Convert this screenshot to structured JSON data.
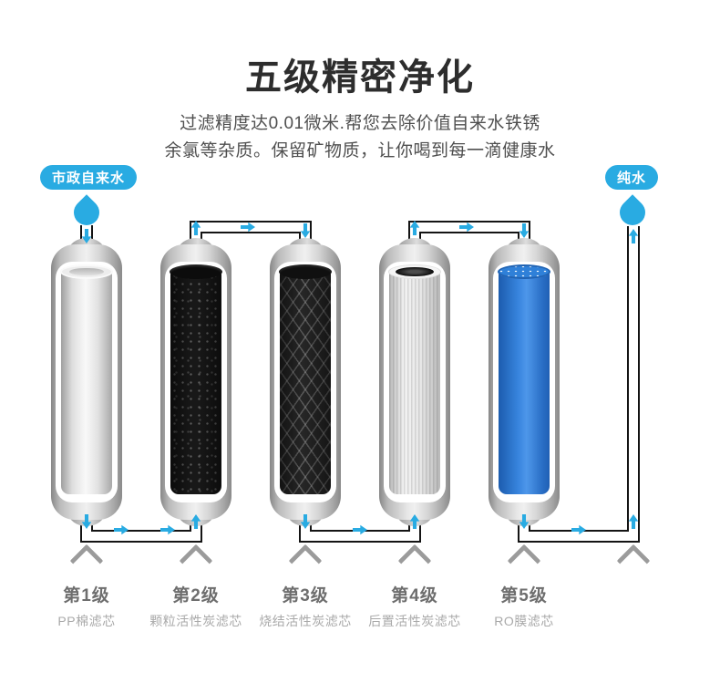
{
  "title": "五级精密净化",
  "subtitle_line1": "过滤精度达0.01微米.帮您去除价值自来水铁锈",
  "subtitle_line2": "余氯等杂质。保留矿物质，让你喝到每一滴健康水",
  "inlet_label": "市政自来水",
  "outlet_label": "纯水",
  "stages": [
    {
      "title": "第1级",
      "name": "PP棉滤芯"
    },
    {
      "title": "第2级",
      "name": "颗粒活性炭滤芯"
    },
    {
      "title": "第3级",
      "name": "烧结活性炭滤芯"
    },
    {
      "title": "第4级",
      "name": "后置活性炭滤芯"
    },
    {
      "title": "第5级",
      "name": "RO膜滤芯"
    }
  ],
  "colors": {
    "accent": "#29abe2",
    "pipe": "#141414",
    "ro": "#2f80d8",
    "title_ink": "#2d2d2d",
    "sub_ink": "#4f4f4f",
    "stage_ink": "#6e6e6e",
    "stagename_ink": "#a9a9a9",
    "chev": "#9b9b9b"
  }
}
